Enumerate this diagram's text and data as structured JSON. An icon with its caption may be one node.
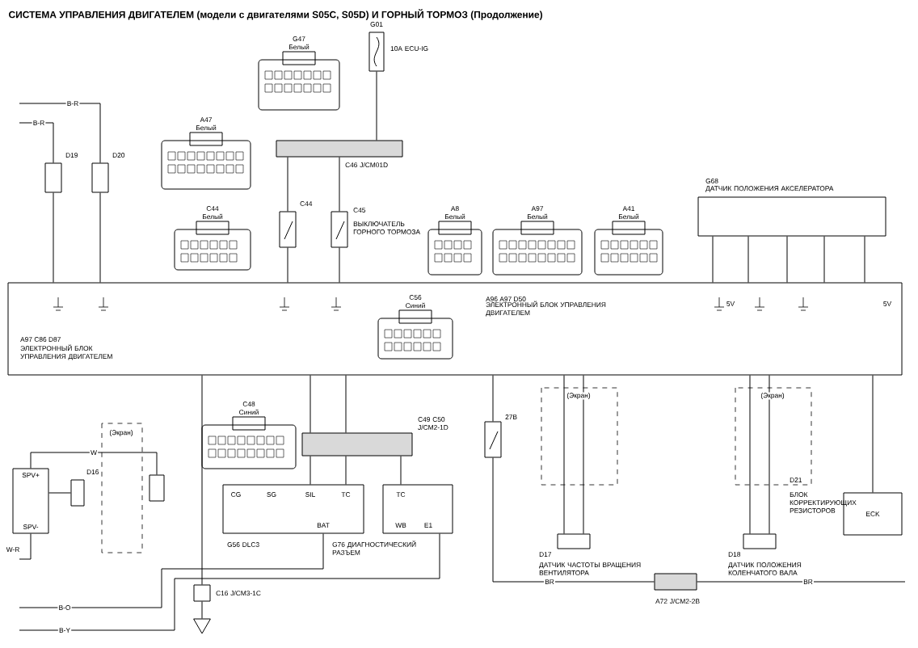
{
  "diagram": {
    "title": "СИСТЕМА УПРАВЛЕНИЯ ДВИГАТЕЛЕМ (модели с двигателями S05C, S05D) И ГОРНЫЙ ТОРМОЗ (Продолжение)",
    "nodes": [
      {
        "text": [
          "G01",
          "10A ECU-IG"
        ]
      },
      {
        "text": [
          "C46 J/CM01D"
        ]
      },
      {
        "text": [
          "C44"
        ]
      },
      {
        "text": [
          "C45",
          "ВЫКЛЮЧАТЕЛЬ ГОРНОГО ТОРМОЗА"
        ]
      },
      {
        "text": [
          "D19"
        ]
      },
      {
        "text": [
          "D20"
        ]
      },
      {
        "text": [
          "G68",
          "ДАТЧИК ПОЛОЖЕНИЯ АКСЕЛЕРАТОРА"
        ]
      },
      {
        "text": [
          "A97 C86 D87",
          "ЭЛЕКТРОННЫЙ БЛОК УПРАВЛЕНИЯ ДВИГАТЕЛЕМ",
          "A96 A97 D50",
          "ЭЛЕКТРОННЫЙ БЛОК УПРАВЛЕНИЯ ДВИГАТЕЛЕМ"
        ]
      },
      {
        "text": [
          "C49 C50 J/CM2-1D"
        ]
      },
      {
        "text": [
          "CG",
          "SG",
          "SIL",
          "TC",
          "BAT"
        ],
        "beside": [
          "G56 DLC3"
        ]
      },
      {
        "text": [
          "TC",
          "WB",
          "E1"
        ],
        "beside": [
          "G76 ДИАГНОСТИЧЕСКИЙ РАЗЪЕМ"
        ]
      },
      {
        "text": [
          "SPV+",
          "SPV-"
        ]
      },
      {
        "text": [
          "D16"
        ]
      },
      {
        "text": [],
        "shape": "box"
      },
      {
        "text": [
          "27B"
        ]
      },
      {
        "text": [],
        "shape": "box",
        "beside": [
          "D17",
          "ДАТЧИК ЧАСТОТЫ ВРАЩЕНИЯ ВЕНТИЛЯТОРА"
        ]
      },
      {
        "text": [],
        "shape": "box",
        "beside": [
          "D18",
          "ДАТЧИК ПОЛОЖЕНИЯ КОЛЕНЧАТОГО ВАЛА"
        ]
      },
      {
        "text": [
          "ECK"
        ],
        "beside": [
          "D21",
          "БЛОК КОРРЕКТИРУЮЩИХ РЕЗИСТОРОВ"
        ]
      },
      {
        "text": [
          "A72 J/CM2-2B"
        ]
      },
      {
        "text": [
          "C16 J/CM3-1C"
        ]
      },
      {
        "text": [],
        "shape": "triangle"
      }
    ],
    "edges": [
      {
        "from": 0,
        "to": 1,
        "arrow": "none"
      },
      {
        "from": 1,
        "to": 2,
        "arrow": "none"
      },
      {
        "from": 1,
        "to": 3,
        "arrow": "none"
      },
      {
        "from": 2,
        "to": 7,
        "arrow": "none"
      },
      {
        "from": 3,
        "to": 7,
        "arrow": "none"
      },
      {
        "from": null,
        "to": 5,
        "arrow": "none",
        "label": "B-R"
      },
      {
        "from": null,
        "to": 4,
        "arrow": "none",
        "label": "B-R"
      },
      {
        "from": 4,
        "to": 7,
        "arrow": "none"
      },
      {
        "from": 5,
        "to": 7,
        "arrow": "none"
      },
      {
        "from": 6,
        "to": 7,
        "arrow": "none"
      },
      {
        "from": 6,
        "to": 7,
        "arrow": "none"
      },
      {
        "from": 6,
        "to": 7,
        "arrow": "none"
      },
      {
        "from": 6,
        "to": 7,
        "arrow": "none"
      },
      {
        "from": 6,
        "to": 7,
        "arrow": "none"
      },
      {
        "from": 7,
        "to": 8,
        "arrow": "none"
      },
      {
        "from": 7,
        "to": 8,
        "arrow": "none"
      },
      {
        "from": 8,
        "to": 9,
        "arrow": "none"
      },
      {
        "from": 8,
        "to": 9,
        "arrow": "none"
      },
      {
        "from": 8,
        "to": 10,
        "arrow": "none"
      },
      {
        "from": 9,
        "to": null,
        "arrow": "none",
        "label": "B-O"
      },
      {
        "from": 10,
        "to": null,
        "arrow": "none",
        "label": "B-Y"
      },
      {
        "from": 7,
        "to": 19,
        "arrow": "none"
      },
      {
        "from": 19,
        "to": 20,
        "arrow": "none"
      },
      {
        "from": 11,
        "to": 13,
        "arrow": "none",
        "label": "W"
      },
      {
        "from": 12,
        "to": 11,
        "arrow": "none"
      },
      {
        "from": null,
        "to": 11,
        "arrow": "none",
        "label": "W-R"
      },
      {
        "from": 7,
        "to": 14,
        "arrow": "none"
      },
      {
        "from": 14,
        "to": 18,
        "arrow": "none",
        "label": "BR"
      },
      {
        "from": 7,
        "to": 15,
        "arrow": "none"
      },
      {
        "from": 7,
        "to": 15,
        "arrow": "none"
      },
      {
        "from": 7,
        "to": 16,
        "arrow": "none"
      },
      {
        "from": 7,
        "to": 16,
        "arrow": "none"
      },
      {
        "from": 7,
        "to": 17,
        "arrow": "none"
      },
      {
        "from": 18,
        "to": null,
        "arrow": "none",
        "label": "BR"
      }
    ],
    "labels": [
      "G47",
      "Белый",
      "A47",
      "Белый",
      "C44",
      "Белый",
      "A8",
      "Белый",
      "A97",
      "Белый",
      "A41",
      "Белый",
      "C56",
      "Синий",
      "C48",
      "Синий",
      "(Экран)",
      "(Экран)",
      "(Экран)",
      "5V",
      "5V"
    ]
  }
}
